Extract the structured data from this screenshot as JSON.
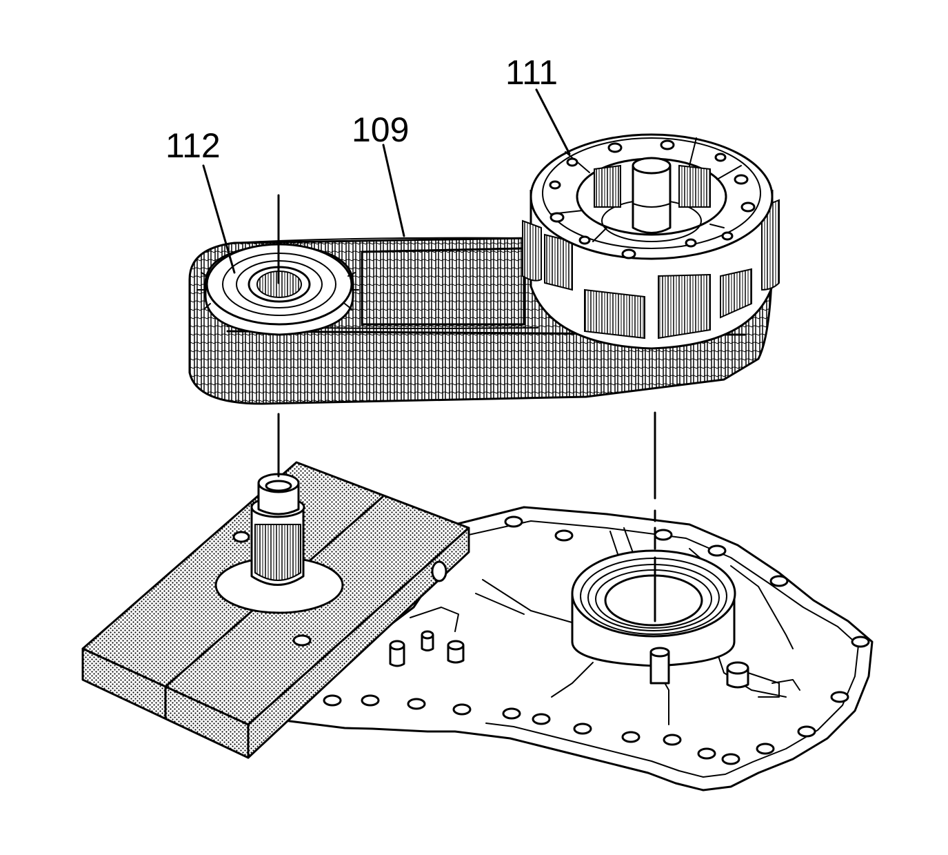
{
  "figure": {
    "callouts": [
      {
        "id": "112",
        "label": "112"
      },
      {
        "id": "109",
        "label": "109"
      },
      {
        "id": "111",
        "label": "111"
      }
    ]
  }
}
